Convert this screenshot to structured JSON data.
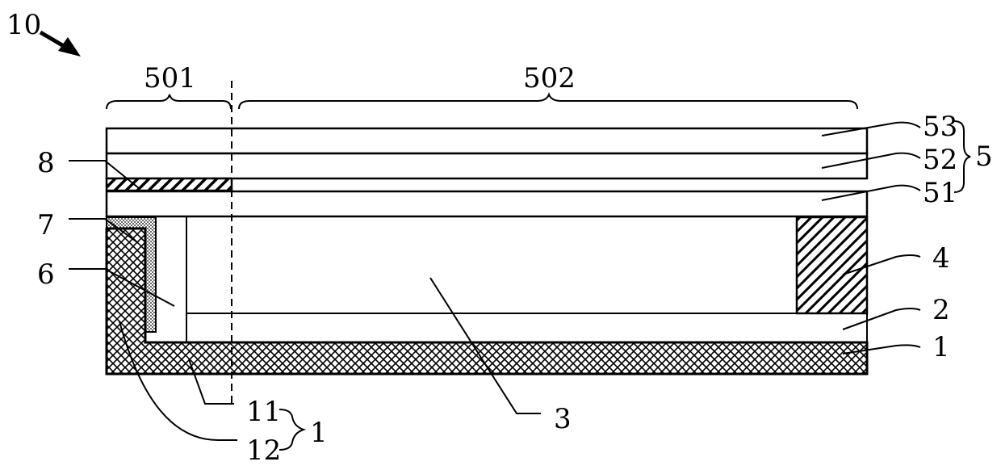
{
  "figure_ref": "10",
  "regions": {
    "left": "501",
    "right": "502"
  },
  "labels": {
    "l53": "53",
    "l52": "52",
    "l51": "51",
    "l5": "5",
    "l4": "4",
    "l2": "2",
    "l1_right": "1",
    "l8": "8",
    "l7": "7",
    "l6": "6",
    "l3": "3",
    "l11": "11",
    "l12": "12",
    "l1_bottom": "1"
  }
}
